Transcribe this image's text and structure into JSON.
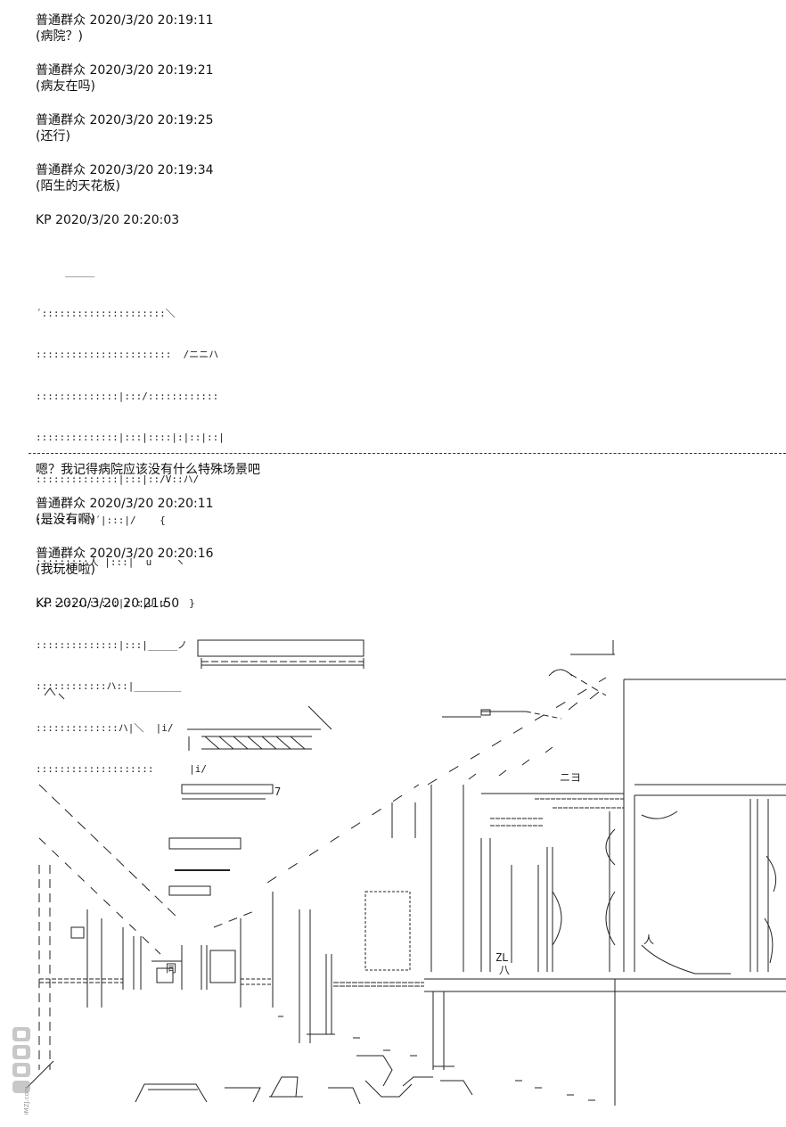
{
  "messages_top": [
    {
      "header": "普通群众 2020/3/20 20:19:11",
      "text": "(病院？)"
    },
    {
      "header": "普通群众 2020/3/20 20:19:21",
      "text": "(病友在吗)"
    },
    {
      "header": "普通群众 2020/3/20 20:19:25",
      "text": "(还行)"
    },
    {
      "header": "普通群众 2020/3/20 20:19:34",
      "text": "(陌生的天花板)"
    },
    {
      "header": "KP 2020/3/20 20:20:03",
      "text": ""
    }
  ],
  "ascii_art": [
    "     _____",
    "´:::::::::::::::::::::＼",
    ":::::::::::::::::::::::  /ニニハ",
    "::::::::::::::|:::/::::::::::::",
    "::::::::::::::|:::|::::|:|::|::|",
    "::::::::::::::|:::|::/V::ハ/",
    ":::::::::Y´|:::|/    {",
    ":::::::::人 |:::|  u    ヽ",
    "::::::::::::::|:::|U u    }",
    "::::::::::::::|:::|_____ノ",
    "::::::::::::ハ::|________",
    "::::::::::::::ハ|＼  |i/",
    "::::::::::::::::::::      |i/"
  ],
  "messages_bottom": [
    {
      "header": "嗯？我记得病院应该没有什么特殊场景吧",
      "text": ""
    },
    {
      "header": "普通群众 2020/3/20 20:20:11",
      "text": "(是没有啊)"
    },
    {
      "header": "普通群众 2020/3/20 20:20:16",
      "text": "(我玩梗啦)"
    },
    {
      "header": "KP 2020/3/20 20:21:50",
      "text": ""
    }
  ],
  "scene_text": {
    "sign_middle": "ニヨ",
    "door_label": "同",
    "small_mark": "7",
    "mark_zl": "ZL",
    "mark_ba": "八",
    "mark_ren": "人"
  },
  "watermark": "DMZJ.com"
}
